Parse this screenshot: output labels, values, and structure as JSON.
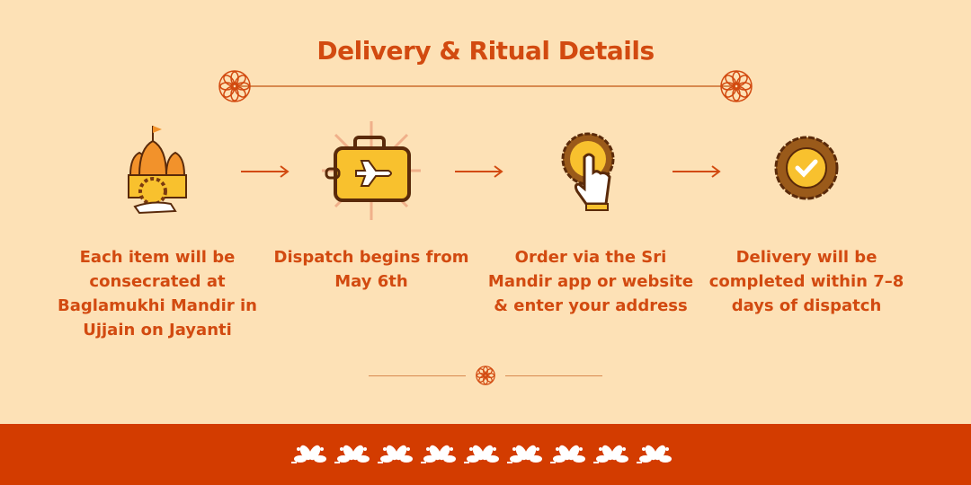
{
  "title": "Delivery & Ritual Details",
  "steps": [
    {
      "icon": "temple-icon",
      "text": "Each item will be consecrated at Baglamukhi Mandir in Ujjain on Jayanti"
    },
    {
      "icon": "suitcase-plane-icon",
      "text": "Dispatch begins from May 6th"
    },
    {
      "icon": "tap-button-icon",
      "text": "Order via the Sri Mandir app or website & enter your address"
    },
    {
      "icon": "check-badge-icon",
      "text": "Delivery will be completed within 7–8 days of dispatch"
    }
  ],
  "colors": {
    "background": "#fde1b6",
    "accent": "#d24a10",
    "footer": "#d33c00"
  }
}
